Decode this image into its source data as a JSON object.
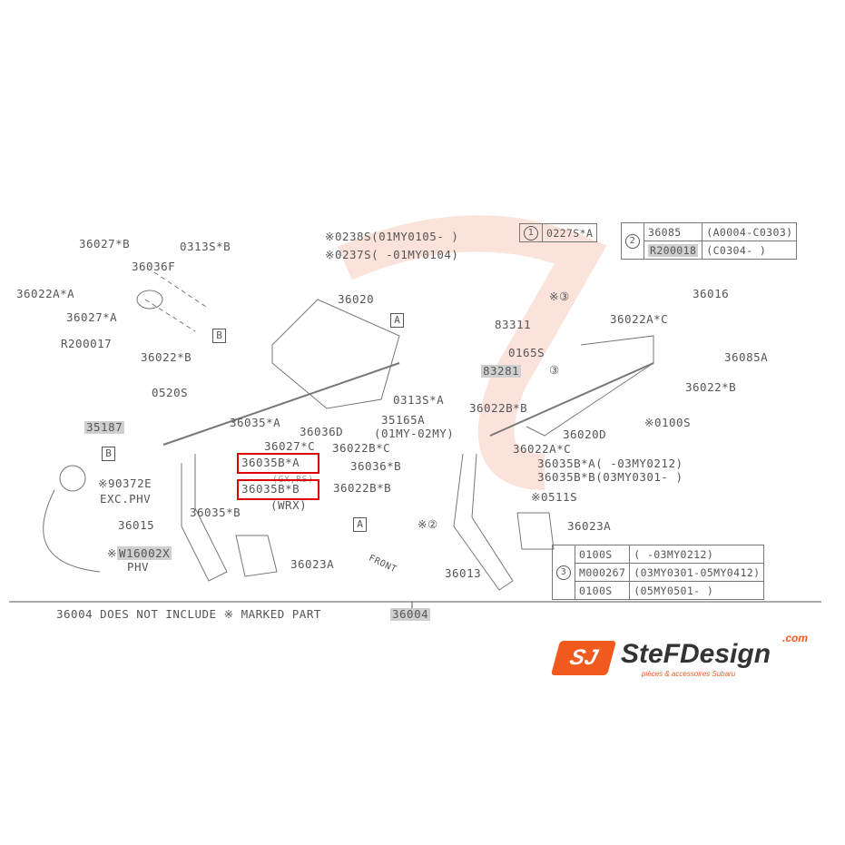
{
  "labels": {
    "l36027B": "36027*B",
    "l0313SB": "0313S*B",
    "l36036F": "36036F",
    "l36022AA": "36022A*A",
    "l36027A": "36027*A",
    "lR200017": "R200017",
    "l36022B_1": "36022*B",
    "l0238S": "※0238S(01MY0105-    )",
    "l0237S": "※0237S(    -01MY0104)",
    "lx3": "※③",
    "l36020": "36020",
    "l83311": "83311",
    "l0165S": "0165S",
    "l83281": "83281",
    "l3b": "③",
    "l36016": "36016",
    "l36022AC_1": "36022A*C",
    "l36085A": "36085A",
    "l36022B_2": "36022*B",
    "l0520S": "0520S",
    "l36035A": "36035*A",
    "l36036D": "36036D",
    "l0313SA": "0313S*A",
    "l35165A": "35165A",
    "l01MY02MY": "(01MY-02MY)",
    "l36022BB_1": "36022B*B",
    "l0100S": "※0100S",
    "l35187": "35187",
    "l36020D": "36020D",
    "l36027C": "36027*C",
    "l36022BC": "36022B*C",
    "l36022AC_2": "36022A*C",
    "l36035BA": "36035B*A",
    "lGXRS": "(GX,RS)",
    "l36036B": "36036*B",
    "l36035BA_r": "36035B*A(    -03MY0212)",
    "l36035BB_r": "36035B*B(03MY0301-    )",
    "l36035BB": "36035B*B",
    "l36022BB_2": "36022B*B",
    "lWRX": "(WRX)",
    "l90372E": "※90372E",
    "lEXCPHV": "EXC.PHV",
    "l0511S": "※0511S",
    "l36035B": "36035*B",
    "lx2": "※②",
    "l36015": "36015",
    "l36023A_1": "36023A",
    "l36023A_2": "36023A",
    "lW16002X_pre": "※",
    "lW16002X": "W16002X",
    "lPHV": "PHV",
    "lFRONT": "FRONT",
    "l36013": "36013",
    "note": "36004 DOES NOT INCLUDE ※ MARKED PART",
    "l36004": "36004"
  },
  "boxes": {
    "A": "A",
    "B": "B"
  },
  "table1": {
    "mark": "1",
    "part": "0227S*A"
  },
  "table2": {
    "mark": "2",
    "rows": [
      {
        "part": "36085",
        "range": "(A0004-C0303)"
      },
      {
        "part": "R200018",
        "range": "(C0304-      )"
      }
    ]
  },
  "table3": {
    "mark": "3",
    "rows": [
      {
        "part": "0100S",
        "range": "(             -03MY0212)"
      },
      {
        "part": "M000267",
        "range": "(03MY0301-05MY0412)"
      },
      {
        "part": "0100S",
        "range": "(05MY0501-           )"
      }
    ]
  },
  "logo": {
    "brand": "SteFDesign",
    "suffix": ".com",
    "tagline": "pièces & accessoires Subaru"
  },
  "colors": {
    "highlight": "#e00000",
    "logo_orange": "#f05a1e"
  }
}
